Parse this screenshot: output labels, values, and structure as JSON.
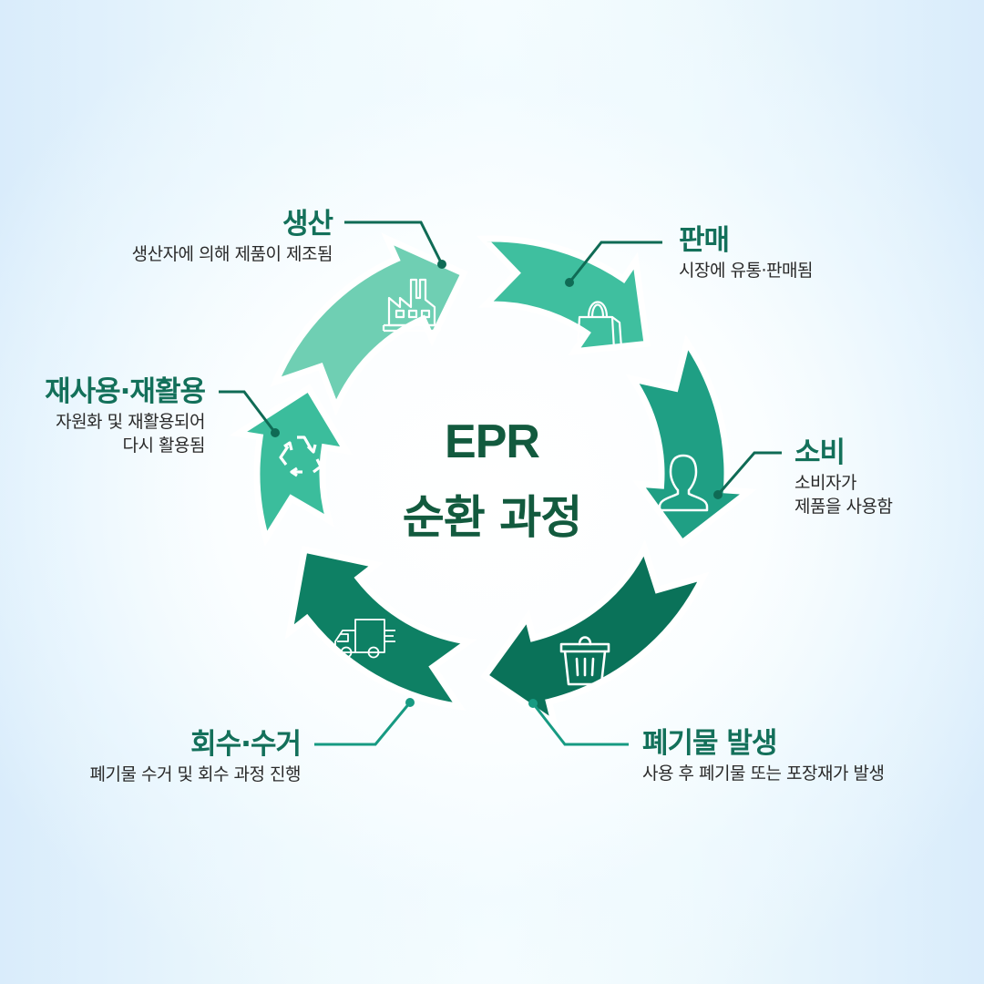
{
  "center": {
    "title_en": "EPR",
    "title_ko": "순환 과정"
  },
  "stages": [
    {
      "id": "production",
      "title": "생산",
      "desc": [
        "생산자에 의해 제품이 제조됨"
      ],
      "icon": "factory-icon",
      "color": "#6fcfb3"
    },
    {
      "id": "sales",
      "title": "판매",
      "desc": [
        "시장에 유통·판매됨"
      ],
      "icon": "shopping-bag-icon",
      "color": "#3fbf9f"
    },
    {
      "id": "consumption",
      "title": "소비",
      "desc": [
        "소비자가",
        "제품을 사용함"
      ],
      "icon": "user-icon",
      "color": "#1f9f84"
    },
    {
      "id": "waste",
      "title": "폐기물 발생",
      "desc": [
        "사용 후 폐기물 또는 포장재가 발생"
      ],
      "icon": "trash-can-icon",
      "color": "#0a7259"
    },
    {
      "id": "collection",
      "title": "회수·수거",
      "desc": [
        "폐기물 수거 및 회수 과정 진행"
      ],
      "icon": "delivery-truck-icon",
      "color": "#0e8064"
    },
    {
      "id": "recycle",
      "title": "재사용·재활용",
      "desc": [
        "자원화 및 재활용되어",
        "다시 활용됨"
      ],
      "icon": "recycle-icon",
      "color": "#3bbd9c"
    }
  ],
  "colors": {
    "title_text": "#125a3e",
    "stage_title": "#13705a",
    "leader_dark": "#0f6b55",
    "leader_light": "#179a82"
  }
}
